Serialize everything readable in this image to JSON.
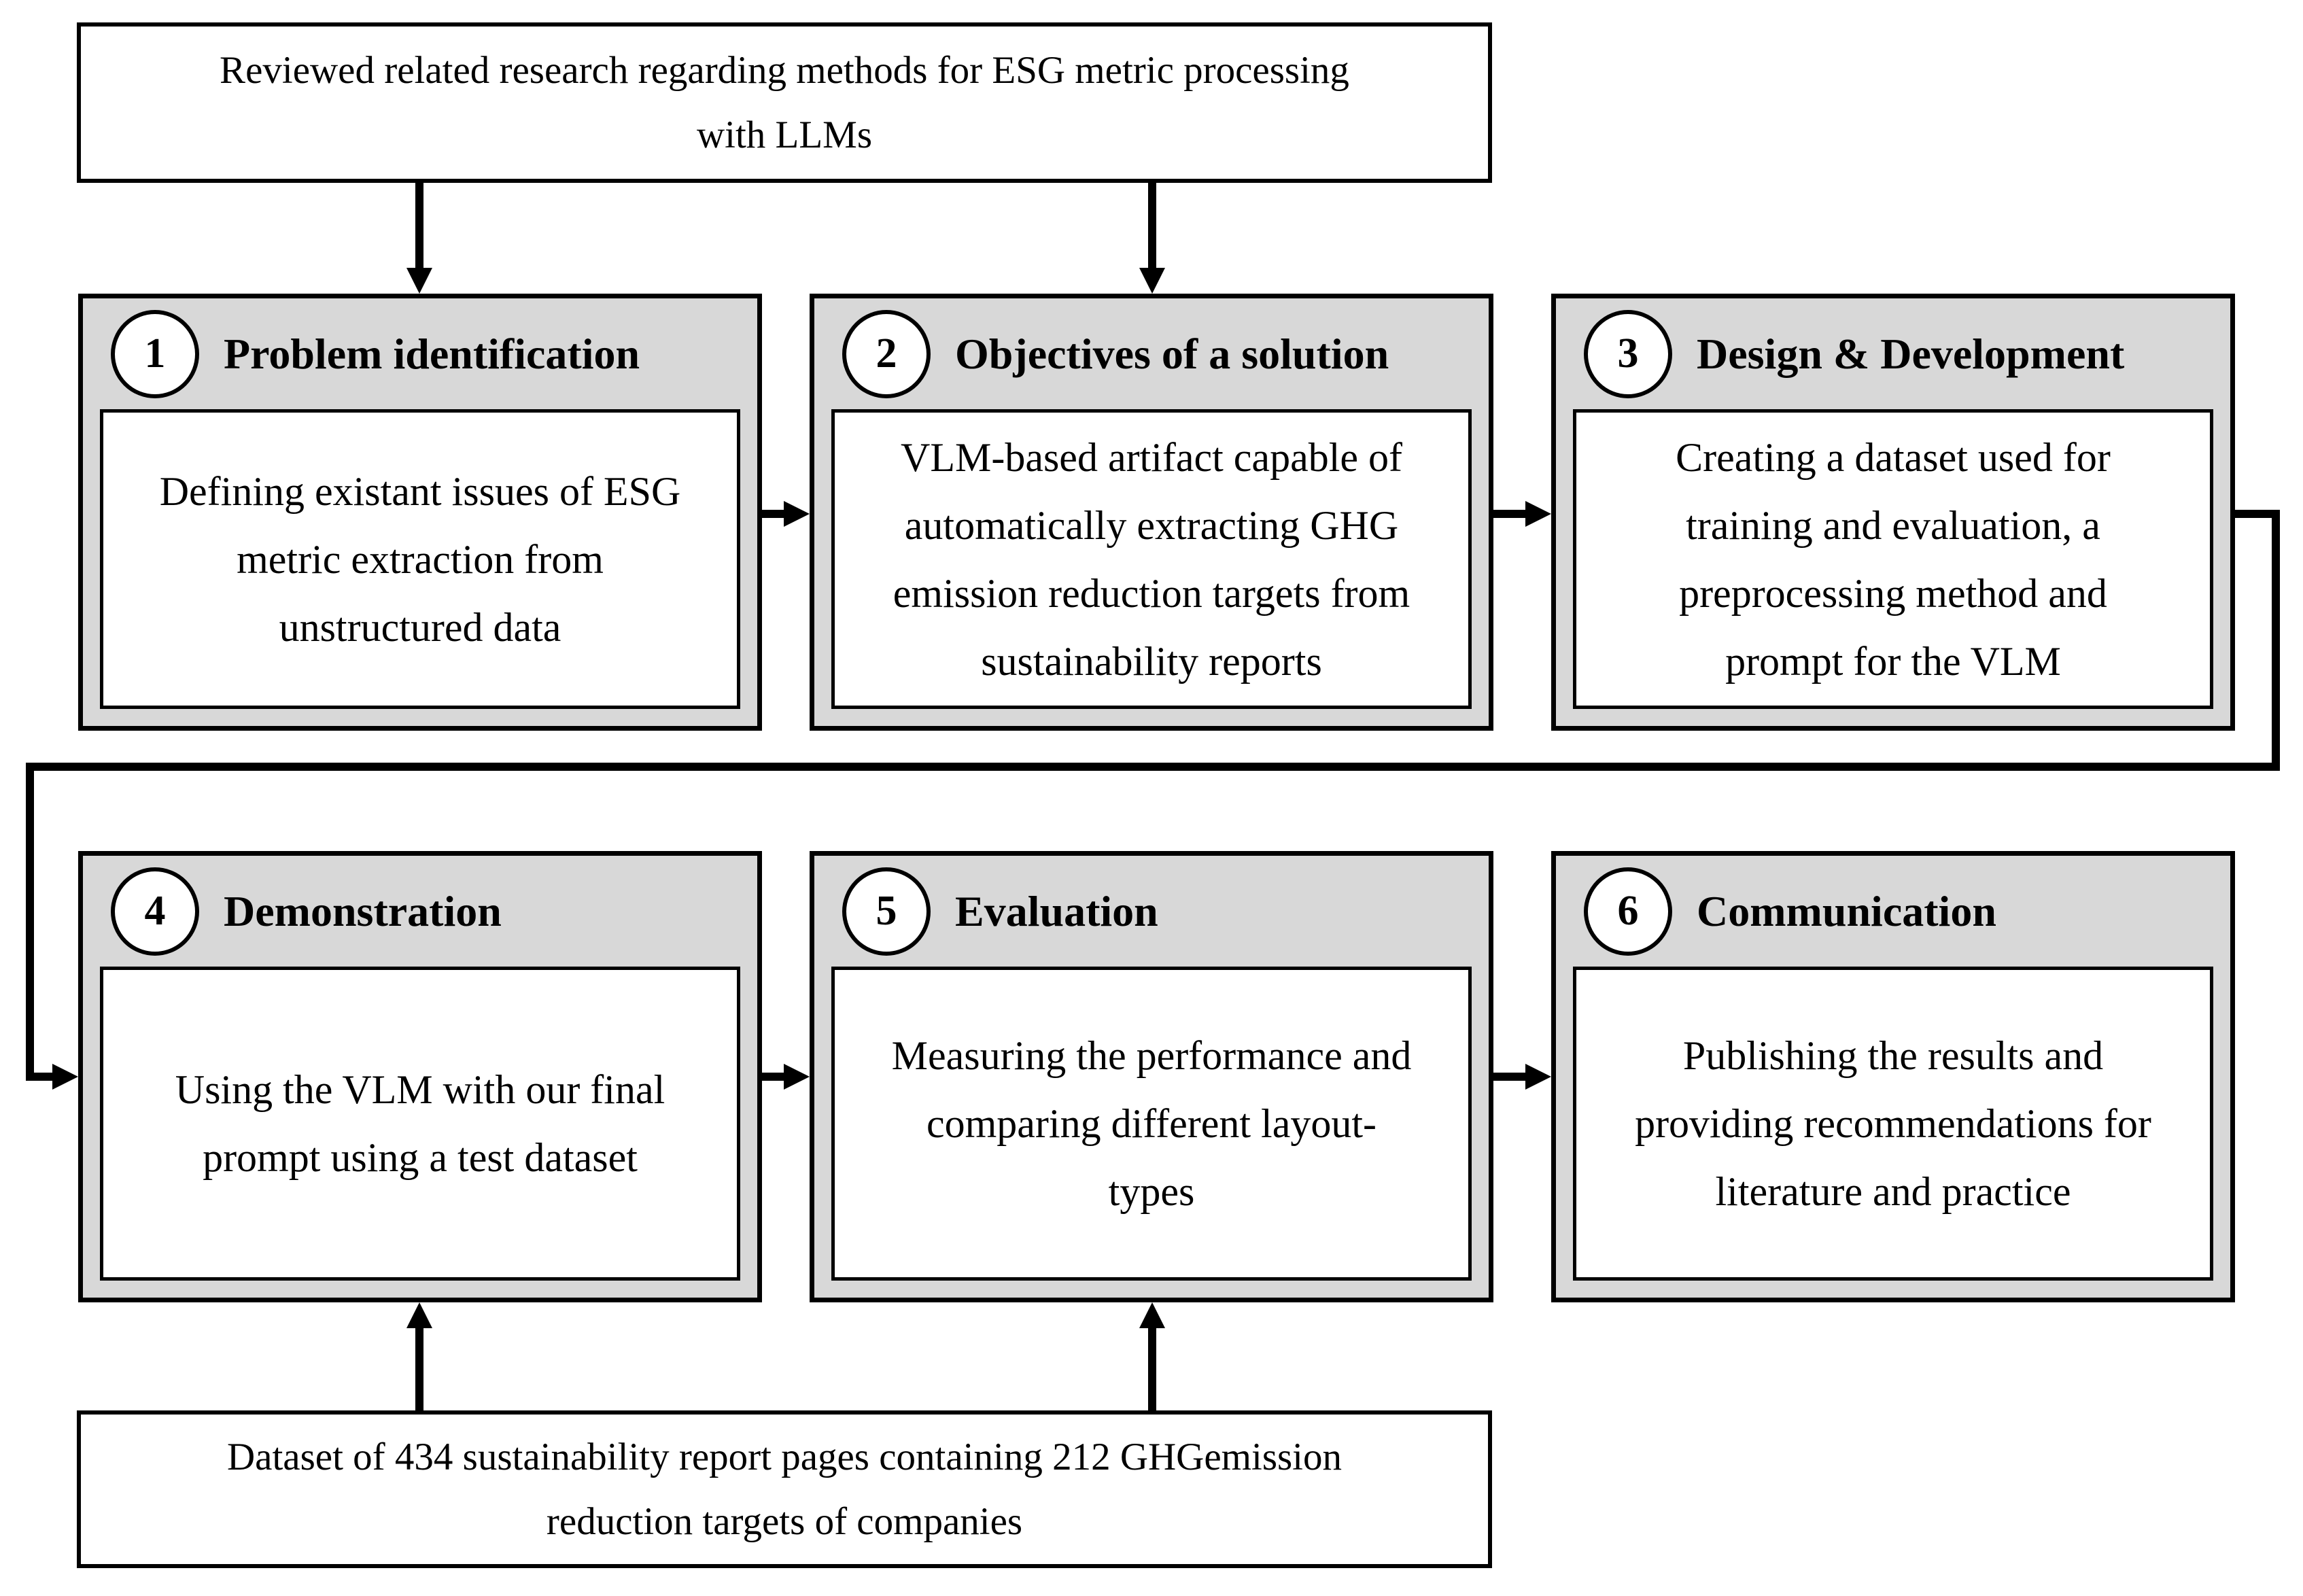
{
  "top_note": {
    "text": "Reviewed related research regarding methods for ESG metric processing\nwith LLMs"
  },
  "bottom_note": {
    "text": "Dataset of 434 sustainability report pages containing 212 GHGemission\nreduction targets of companies"
  },
  "steps": [
    {
      "number": "1",
      "title": "Problem identification",
      "body": "Defining existant issues of ESG\nmetric extraction from\nunstructured data"
    },
    {
      "number": "2",
      "title": "Objectives of a solution",
      "body": "VLM-based artifact capable of\nautomatically extracting GHG\nemission reduction targets from\nsustainability reports"
    },
    {
      "number": "3",
      "title": "Design & Development",
      "body": "Creating a dataset used for\ntraining and evaluation, a\npreprocessing method and\nprompt for the VLM"
    },
    {
      "number": "4",
      "title": "Demonstration",
      "body": "Using the VLM with our final\nprompt using a test dataset"
    },
    {
      "number": "5",
      "title": "Evaluation",
      "body": "Measuring the performance and\ncomparing different layout-\ntypes"
    },
    {
      "number": "6",
      "title": "Communication",
      "body": "Publishing the results and\nproviding recommendations for\nliterature and practice"
    }
  ],
  "colors": {
    "step_fill": "#d8d8d8",
    "panel_fill": "#ffffff",
    "line_color": "#000000"
  }
}
